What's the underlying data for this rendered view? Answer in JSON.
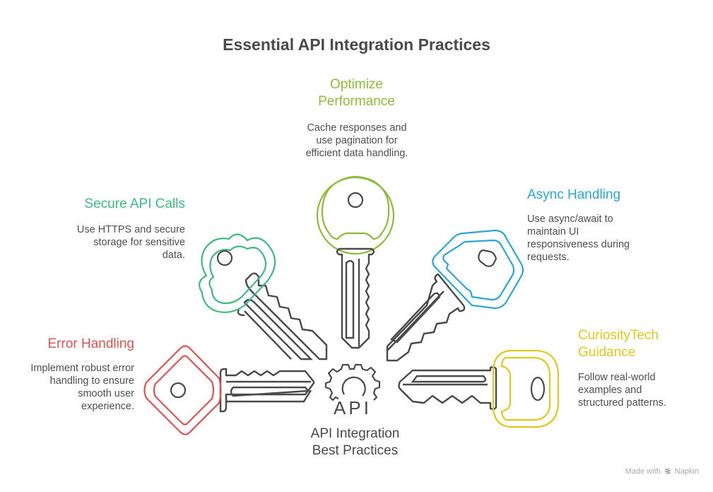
{
  "title": "Essential API Integration Practices",
  "center": {
    "icon": "gear-api-icon",
    "icon_text": "API",
    "label": "API Integration\nBest Practices"
  },
  "practices": [
    {
      "id": "optimize-performance",
      "heading": "Optimize\nPerformance",
      "description": "Cache responses and\nuse pagination for\nefficient data handling.",
      "color": "#8dbb3c",
      "icon": "round-key-icon"
    },
    {
      "id": "secure-api-calls",
      "heading": "Secure API Calls",
      "description": "Use HTTPS and secure\nstorage for sensitive\ndata.",
      "color": "#3dbb7f",
      "icon": "clover-key-icon"
    },
    {
      "id": "async-handling",
      "heading": "Async Handling",
      "description": "Use async/await to\nmaintain UI\nresponsiveness during\nrequests.",
      "color": "#2aa6d6",
      "icon": "hexagon-key-icon"
    },
    {
      "id": "error-handling",
      "heading": "Error Handling",
      "description": "Implement robust error\nhandling to ensure\nsmooth user\nexperience.",
      "color": "#e05252",
      "icon": "diamond-key-icon"
    },
    {
      "id": "curiositytech-guidance",
      "heading": "CuriosityTech\nGuidance",
      "description": "Follow real-world\nexamples and\nstructured patterns.",
      "color": "#e0c81c",
      "icon": "rounded-key-icon"
    }
  ],
  "colors": {
    "outline": "#4a4a4a",
    "text": "#505050"
  },
  "footer": {
    "prefix": "Made with",
    "brand": "Napkin",
    "icon": "napkin-logo-icon"
  }
}
